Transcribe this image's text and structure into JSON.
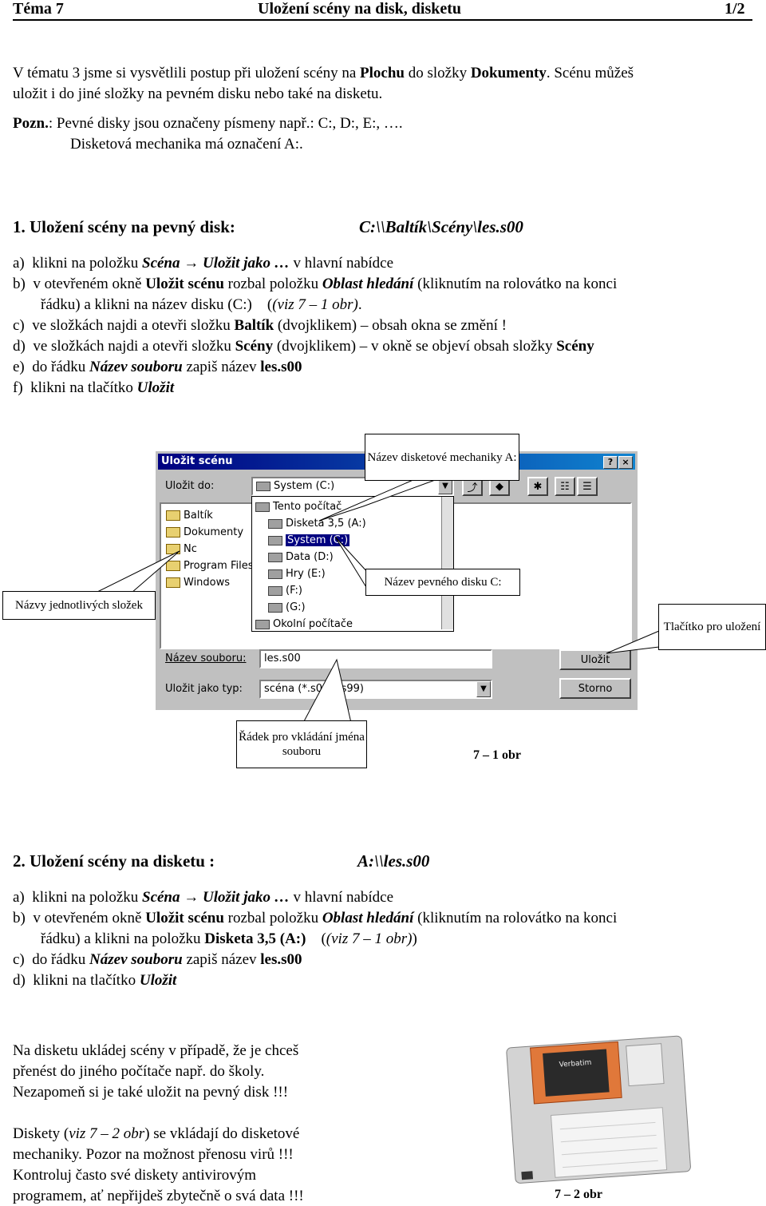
{
  "header": {
    "left": "Téma 7",
    "center": "Uložení scény na disk, disketu",
    "right": "1/2"
  },
  "intro": {
    "line1_a": "V tématu 3 jsme si vysvětlili postup při uložení scény na ",
    "line1_b": "Plochu",
    "line1_c": " do složky ",
    "line1_d": "Dokumenty",
    "line1_e": ". Scénu můžeš",
    "line2": "uložit i do jiné složky na pevném disku nebo také na disketu.",
    "pozn_label": "Pozn.",
    "pozn_line1": ": Pevné disky jsou označeny písmeny např.: C:, D:, E:, ….",
    "pozn_line2": "Disketová mechanika má označení A:."
  },
  "section1": {
    "title": "1. Uložení scény na pevný disk:",
    "path": "C:\\\\Baltík\\Scény\\les.s00",
    "steps": [
      [
        "a)",
        "klikni na položku ",
        "Scéna → Uložit jako …",
        " v hlavní nabídce"
      ],
      [
        "b)",
        "v otevřeném okně ",
        "Uložit scénu",
        " rozbal položku ",
        "Oblast hledání",
        " (kliknutím na rolovátko na konci"
      ],
      [
        "",
        "řádku) a klikni na název disku (C:)",
        "(viz 7 – 1 obr)",
        "."
      ],
      [
        "c)",
        "ve složkách najdi a otevři složku ",
        "Baltík",
        " (dvojklikem) – obsah okna se změní !"
      ],
      [
        "d)",
        "ve složkách najdi a otevři složku ",
        "Scény",
        " (dvojklikem) – v okně se objeví obsah složky ",
        "Scény"
      ],
      [
        "e)",
        "do řádku ",
        "Název souboru",
        " zapiš název ",
        "les.s00"
      ],
      [
        "f)",
        "klikni na tlačítko ",
        "Uložit"
      ]
    ]
  },
  "dialog": {
    "title": "Uložit scénu",
    "help": "?",
    "close": "×",
    "lookin_label": "Uložit do:",
    "lookin_value": "System (C:)",
    "folders": [
      "Baltík",
      "Dokumenty",
      "Nc",
      "Program Files",
      "Windows"
    ],
    "drives": [
      "Tento počítač",
      "Disketa 3,5 (A:)",
      "System (C:)",
      "Data (D:)",
      "Hry (E:)",
      "(F:)",
      "(G:)",
      "Okolní počítače"
    ],
    "filename_label": "Název souboru:",
    "filename_value": "les.s00",
    "filetype_label": "Uložit jako typ:",
    "filetype_value": "scéna (*.s00-*.s99)",
    "save_btn": "Uložit",
    "cancel_btn": "Storno"
  },
  "callouts": {
    "floppy_name": "Název disketové mechaniky A:",
    "hdd_name": "Název pevného disku C:",
    "folder_names": "Názvy jednotlivých složek",
    "save_button": "Tlačítko pro uložení",
    "filename_row": "Řádek pro vkládání jména souboru",
    "fig1": "7 – 1 obr"
  },
  "section2": {
    "title": "2. Uložení scény na disketu :",
    "path": "A:\\\\les.s00",
    "steps": [
      [
        "a)",
        "klikni na položku ",
        "Scéna → Uložit jako …",
        " v hlavní nabídce"
      ],
      [
        "b)",
        "v otevřeném okně ",
        "Uložit scénu",
        " rozbal položku ",
        "Oblast hledání",
        " (kliknutím na rolovátko na konci"
      ],
      [
        "",
        "řádku) a klikni na položku ",
        "Disketa 3,5 (A:)",
        "(viz 7 – 1 obr)"
      ],
      [
        "c)",
        "do řádku ",
        "Název souboru",
        " zapiš název ",
        "les.s00"
      ],
      [
        "d)",
        "klikni na tlačítko ",
        "Uložit"
      ]
    ]
  },
  "notes": {
    "p1": [
      "Na disketu ukládej scény v případě, že je chceš",
      "přenést do jiného počítače např. do školy.",
      "Nezapomeň si je také uložit na pevný disk !!!"
    ],
    "p2_a": "Diskety (",
    "p2_b": "viz 7 – 2 obr",
    "p2_c": ") se vkládají do disketové",
    "p2_rest": [
      "mechaniky. Pozor na možnost přenosu virů !!!",
      "Kontroluj často své diskety antivirovým",
      "programem, ať nepřijdeš zbytečně o svá data !!!"
    ],
    "fig2": "7 – 2 obr",
    "disk_label": "Verbatim"
  }
}
